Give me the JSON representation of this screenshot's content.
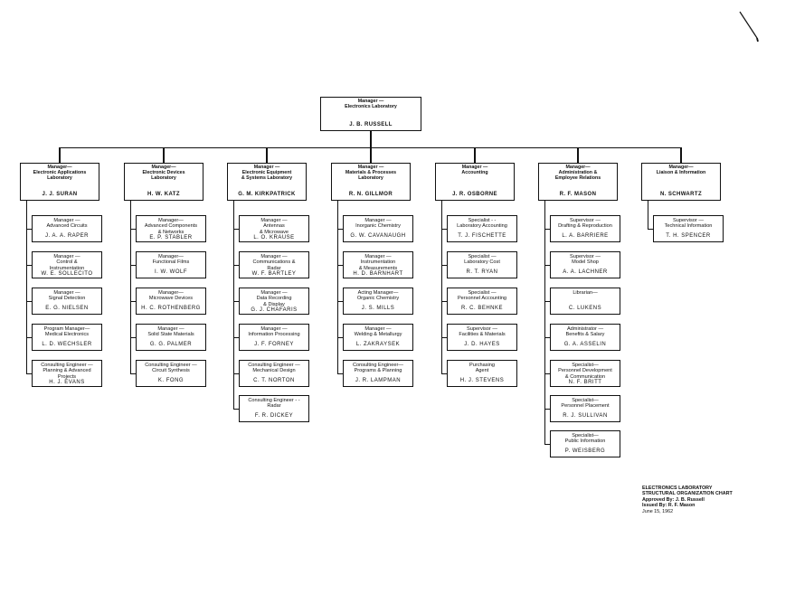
{
  "top": {
    "title": "Manager —\nElectronics Laboratory",
    "name": "J. B. RUSSELL"
  },
  "departments": [
    {
      "title": "Manager—\nElectronic Applications\nLaboratory",
      "name": "J. J. SURAN",
      "subs": [
        {
          "title": "Manager —\nAdvanced Circuits",
          "name": "J. A. A. RAPER"
        },
        {
          "title": "Manager —\nControl &\nInstrumentation",
          "name": "W. E. SOLLECITO"
        },
        {
          "title": "Manager —\nSignal Detection",
          "name": "E. G. NIELSEN"
        },
        {
          "title": "Program Manager—\nMedical Electronics",
          "name": "L. D. WECHSLER"
        },
        {
          "title": "Consulting Engineer —\nPlanning & Advanced\nProjects",
          "name": "H. J. EVANS"
        }
      ]
    },
    {
      "title": "Manager—\nElectronic Devices\nLaboratory",
      "name": "H. W. KATZ",
      "subs": [
        {
          "title": "Manager—\nAdvanced Components\n& Networks",
          "name": "E. P. STABLER"
        },
        {
          "title": "Manager—\nFunctional Films",
          "name": "I. W. WOLF"
        },
        {
          "title": "Manager—\nMicrowave Devices",
          "name": "H. C. ROTHENBERG"
        },
        {
          "title": "Manager —\nSolid State Materials",
          "name": "G. G. PALMER"
        },
        {
          "title": "Consulting Engineer —\nCircuit Synthesis",
          "name": "K. FONG"
        }
      ]
    },
    {
      "title": "Manager —\nElectronic Equipment\n& Systems Laboratory",
      "name": "G. M. KIRKPATRICK",
      "subs": [
        {
          "title": "Manager —\nAntennas\n& Microwave",
          "name": "L. O. KRAUSE"
        },
        {
          "title": "Manager —\nCommunications &\nRadar",
          "name": "W. F. BARTLEY"
        },
        {
          "title": "Manager —\nData Recording\n& Display",
          "name": "G. J. CHAFARIS"
        },
        {
          "title": "Manager —\nInformation Processing",
          "name": "J. F. FORNEY"
        },
        {
          "title": "Consulting Engineer —\nMechanical Design",
          "name": "C. T. NORTON"
        },
        {
          "title": "Consulting Engineer - -\nRadar",
          "name": "F. R. DICKEY"
        }
      ]
    },
    {
      "title": "Manager —\nMaterials & Processes\nLaboratory",
      "name": "R. N. GILLMOR",
      "subs": [
        {
          "title": "Manager —\nInorganic Chemistry",
          "name": "G. W. CAVANAUGH"
        },
        {
          "title": "Manager —\nInstrumentation\n& Measurements",
          "name": "H. D. BARNHART"
        },
        {
          "title": "Acting Manager—\nOrganic Chemistry",
          "name": "J. S. MILLS"
        },
        {
          "title": "Manager —\nWelding & Metallurgy",
          "name": "L. ZAKRAYSEK"
        },
        {
          "title": "Consulting Engineer—\nPrograms & Planning",
          "name": "J. R. LAMPMAN"
        }
      ]
    },
    {
      "title": "Manager —\nAccounting",
      "name": "J. R. OSBORNE",
      "subs": [
        {
          "title": "Specialist - -\nLaboratory Accounting",
          "name": "T. J. FISCHETTE"
        },
        {
          "title": "Specialist —\nLaboratory Cost",
          "name": "R. T. RYAN"
        },
        {
          "title": "Specialist —\nPersonnel Accounting",
          "name": "R. C. BEHNKE"
        },
        {
          "title": "Supervisor —\nFacilities & Materials",
          "name": "J. D. HAYES"
        },
        {
          "title": "Purchasing\nAgent",
          "name": "H. J. STEVENS"
        }
      ]
    },
    {
      "title": "Manager—\nAdministration &\nEmployee Relations",
      "name": "R. F. MASON",
      "subs": [
        {
          "title": "Supervisor —\nDrafting & Reproduction",
          "name": "L. A. BARRIERE"
        },
        {
          "title": "Supervisor —\nModel Shop",
          "name": "A. A. LACHNER"
        },
        {
          "title": "Librarian—",
          "name": "C. LUKENS"
        },
        {
          "title": "Administrator —\nBenefits & Salary",
          "name": "G. A. ASSELIN"
        },
        {
          "title": "Specialist—\nPersonnel Development\n& Communication",
          "name": "N. F. BRITT"
        },
        {
          "title": "Specialist—\nPersonnel Placement",
          "name": "R. J. SULLIVAN"
        },
        {
          "title": "Specialist—\nPublic Information",
          "name": "P. WEISBERG"
        }
      ]
    },
    {
      "title": "Manager—\nLiaison & Information",
      "name": "N. SCHWARTZ",
      "subs": [
        {
          "title": "Supervisor —\nTechnical Information",
          "name": "T. H. SPENCER"
        }
      ]
    }
  ],
  "footer": {
    "line1": "ELECTRONICS LABORATORY",
    "line2": "STRUCTURAL ORGANIZATION CHART",
    "approved": "Approved By: J. B. Russell",
    "issued": "Issued By: R. F. Mason",
    "date": "June 15, 1962"
  }
}
